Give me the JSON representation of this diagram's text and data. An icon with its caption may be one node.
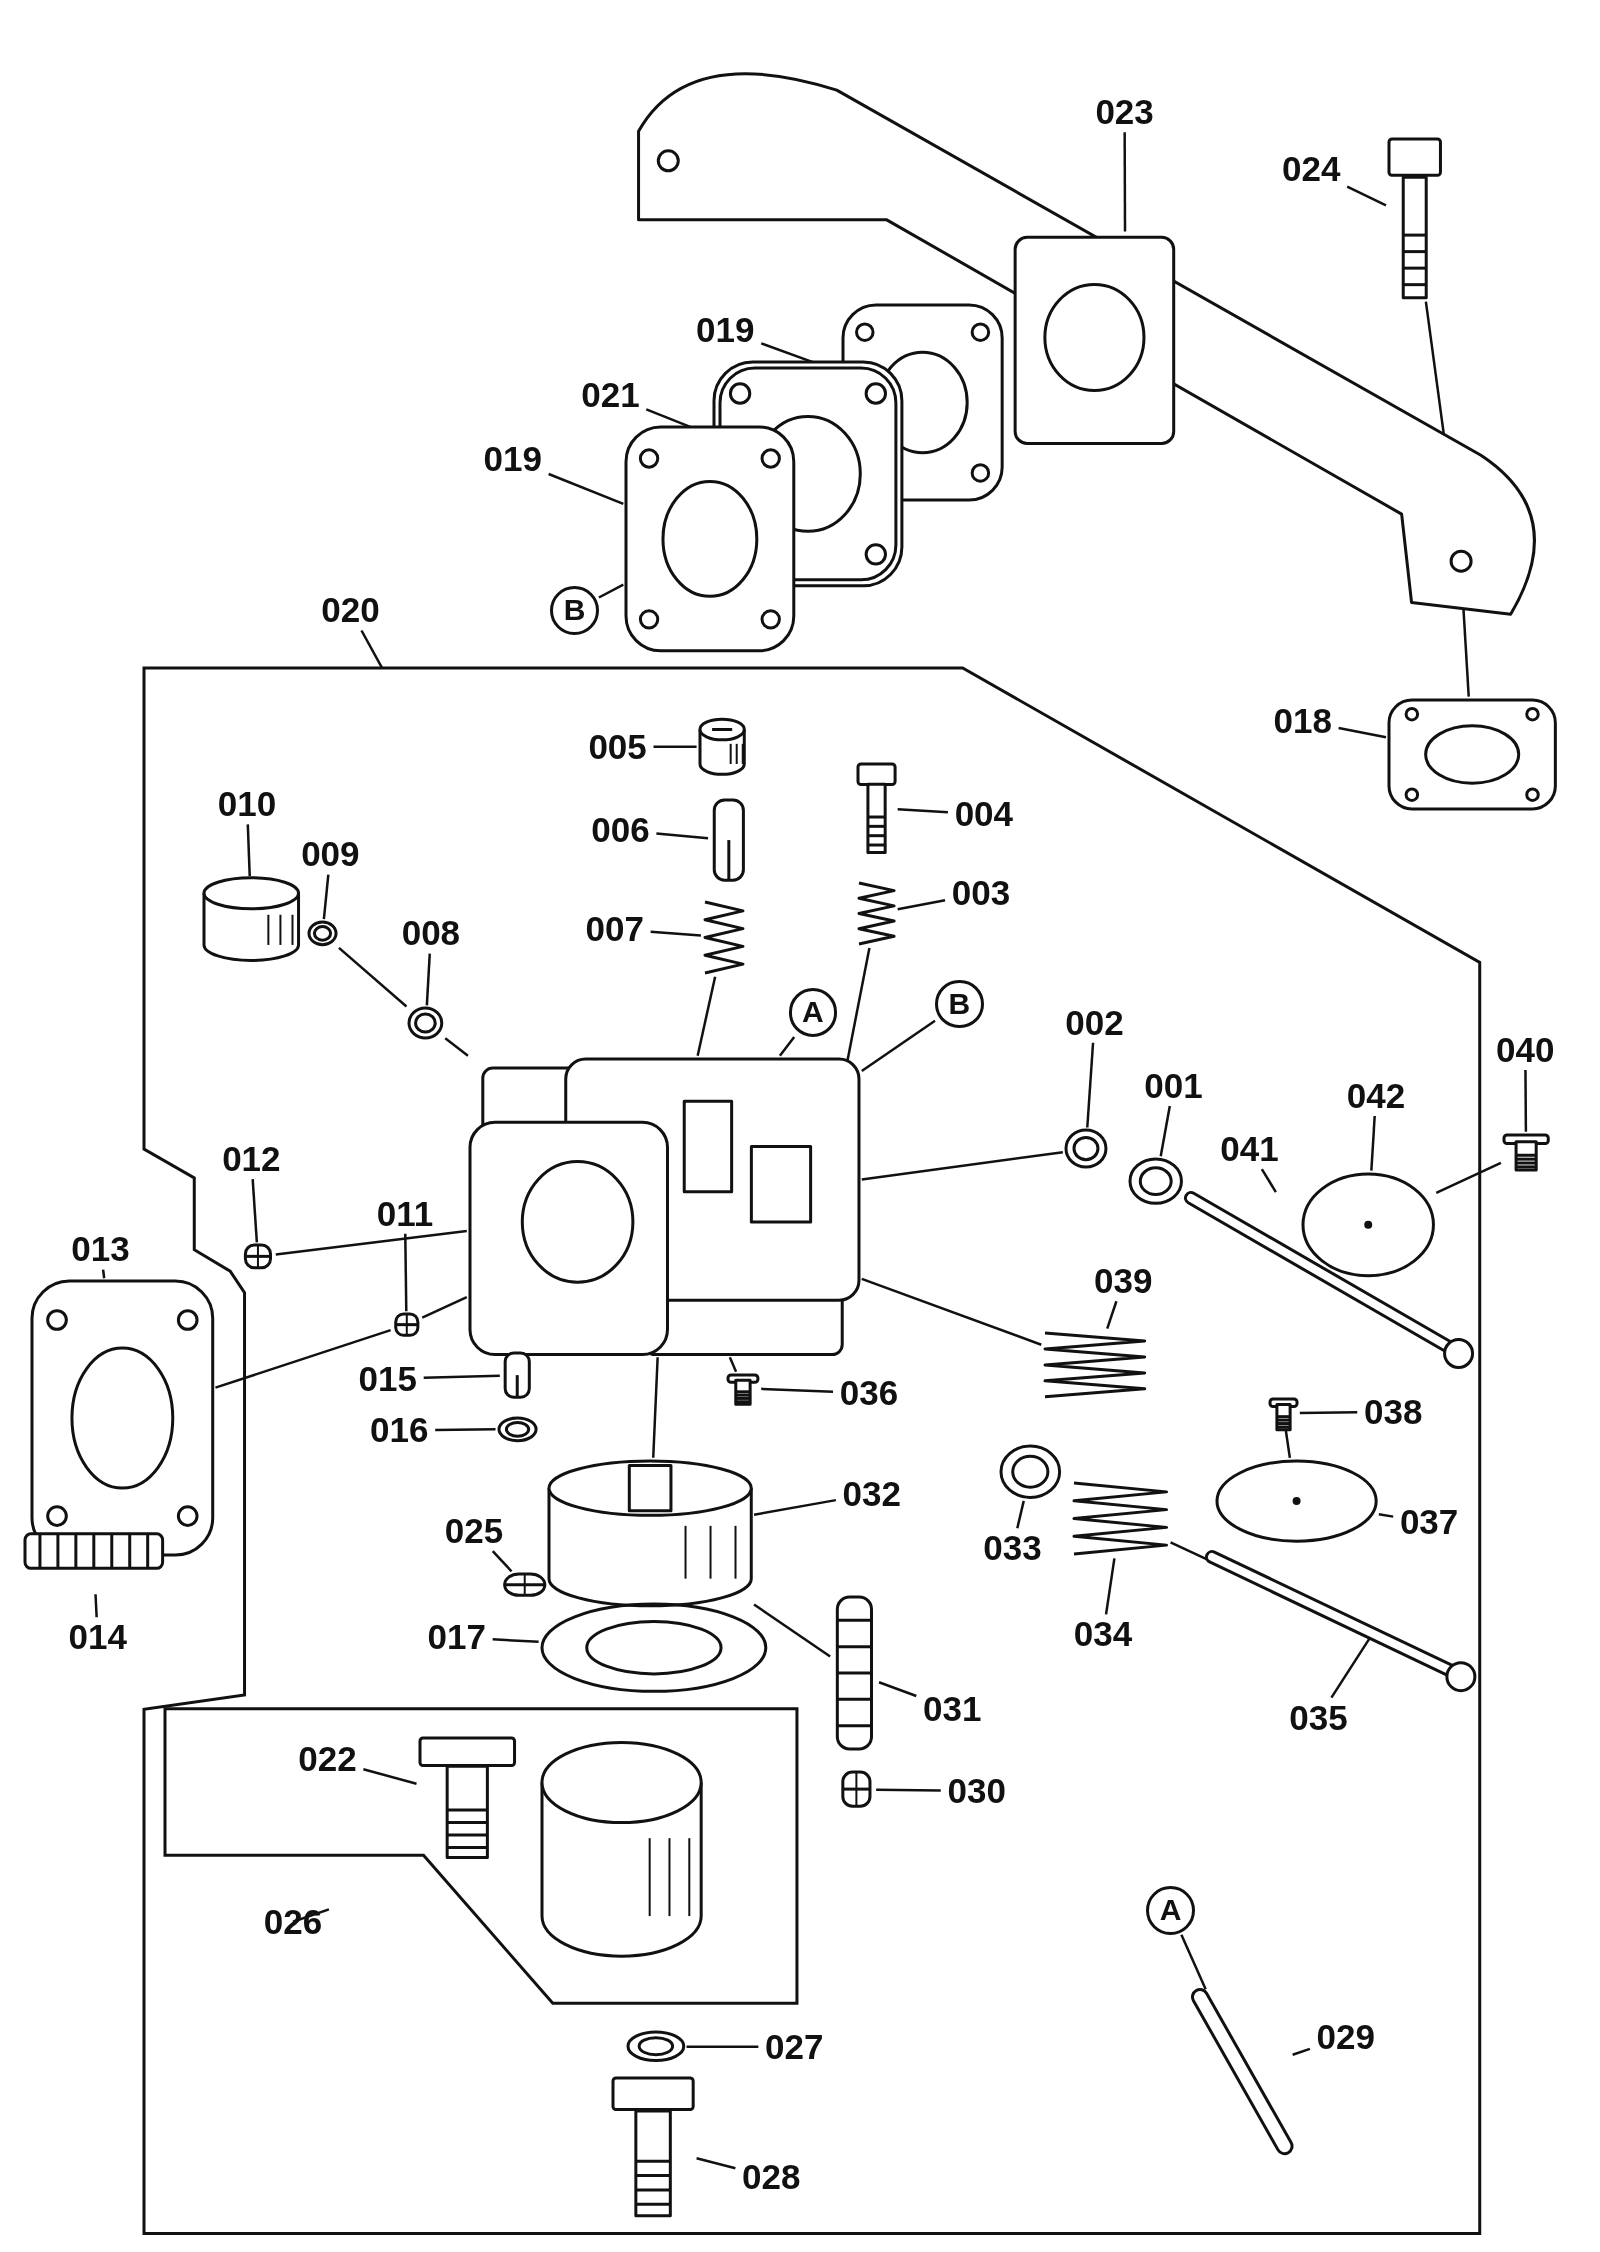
{
  "diagram": {
    "nodes": [
      {
        "text": [],
        "shape": "picture"
      },
      {
        "text": [
          "023"
        ]
      },
      {
        "text": [
          "024"
        ]
      },
      {
        "text": [],
        "shape": "picture"
      },
      {
        "text": [
          "019"
        ]
      },
      {
        "text": [],
        "shape": "picture"
      },
      {
        "text": [
          "021"
        ]
      },
      {
        "text": [],
        "shape": "picture"
      },
      {
        "text": [
          "019"
        ]
      },
      {
        "text": [],
        "shape": "picture"
      },
      {
        "text": [
          "B"
        ]
      },
      {
        "text": [
          "020"
        ]
      },
      {
        "text": [],
        "shape": "box"
      },
      {
        "text": [
          "018"
        ]
      },
      {
        "text": [],
        "shape": "picture"
      },
      {
        "text": [
          "005"
        ],
        "in": 12
      },
      {
        "text": [],
        "shape": "picture",
        "in": 12
      },
      {
        "text": [
          "006"
        ],
        "in": 12
      },
      {
        "text": [],
        "shape": "picture",
        "in": 12
      },
      {
        "text": [
          "004"
        ],
        "in": 12
      },
      {
        "text": [],
        "shape": "picture",
        "in": 12
      },
      {
        "text": [
          "010"
        ],
        "in": 12
      },
      {
        "text": [],
        "shape": "picture",
        "in": 12
      },
      {
        "text": [
          "009"
        ],
        "in": 12
      },
      {
        "text": [],
        "shape": "picture",
        "in": 12
      },
      {
        "text": [
          "003"
        ],
        "in": 12
      },
      {
        "text": [],
        "shape": "picture",
        "in": 12
      },
      {
        "text": [
          "007"
        ],
        "in": 12
      },
      {
        "text": [],
        "shape": "picture",
        "in": 12
      },
      {
        "text": [
          "008"
        ],
        "in": 12
      },
      {
        "text": [],
        "shape": "picture",
        "in": 12
      },
      {
        "text": [
          "A"
        ],
        "in": 12
      },
      {
        "text": [
          "B"
        ],
        "in": 12
      },
      {
        "text": [
          "002"
        ],
        "in": 12
      },
      {
        "text": [],
        "shape": "picture",
        "in": 12
      },
      {
        "text": [
          "001"
        ],
        "in": 12
      },
      {
        "text": [],
        "shape": "picture",
        "in": 12
      },
      {
        "text": [
          "042"
        ],
        "in": 12
      },
      {
        "text": [],
        "shape": "picture",
        "in": 12
      },
      {
        "text": [
          "041"
        ],
        "in": 12
      },
      {
        "text": [],
        "shape": "picture",
        "in": 12
      },
      {
        "text": [
          "012"
        ],
        "in": 12
      },
      {
        "text": [],
        "shape": "picture",
        "in": 12
      },
      {
        "text": [
          "011"
        ],
        "in": 12
      },
      {
        "text": [],
        "shape": "picture",
        "in": 12
      },
      {
        "text": [],
        "shape": "picture",
        "in": 12
      },
      {
        "text": [
          "039"
        ],
        "in": 12
      },
      {
        "text": [],
        "shape": "picture",
        "in": 12
      },
      {
        "text": [
          "015"
        ],
        "in": 12
      },
      {
        "text": [],
        "shape": "picture",
        "in": 12
      },
      {
        "text": [
          "036"
        ],
        "in": 12
      },
      {
        "text": [],
        "shape": "picture",
        "in": 12
      },
      {
        "text": [
          "016"
        ],
        "in": 12
      },
      {
        "text": [],
        "shape": "picture",
        "in": 12
      },
      {
        "text": [
          "038"
        ],
        "in": 12
      },
      {
        "text": [],
        "shape": "picture",
        "in": 12
      },
      {
        "text": [
          "032"
        ],
        "in": 12
      },
      {
        "text": [],
        "shape": "picture",
        "in": 12
      },
      {
        "text": [
          "037"
        ],
        "in": 12
      },
      {
        "text": [],
        "shape": "picture",
        "in": 12
      },
      {
        "text": [
          "025"
        ],
        "in": 12
      },
      {
        "text": [],
        "shape": "picture",
        "in": 12
      },
      {
        "text": [
          "033"
        ],
        "in": 12
      },
      {
        "text": [],
        "shape": "picture",
        "in": 12
      },
      {
        "text": [
          "034"
        ],
        "in": 12
      },
      {
        "text": [],
        "shape": "picture",
        "in": 12
      },
      {
        "text": [
          "017"
        ],
        "in": 12
      },
      {
        "text": [],
        "shape": "picture",
        "in": 12
      },
      {
        "text": [
          "035"
        ],
        "in": 12
      },
      {
        "text": [],
        "shape": "picture",
        "in": 12
      },
      {
        "text": [
          "031"
        ],
        "in": 12
      },
      {
        "text": [],
        "shape": "picture",
        "in": 12
      },
      {
        "text": [],
        "shape": "box",
        "in": 12
      },
      {
        "text": [
          "022"
        ],
        "in": 72
      },
      {
        "text": [],
        "shape": "picture",
        "in": 72
      },
      {
        "text": [
          "026"
        ],
        "in": 12
      },
      {
        "text": [
          "030"
        ],
        "in": 12
      },
      {
        "text": [],
        "shape": "picture",
        "in": 12
      },
      {
        "text": [
          "027"
        ],
        "in": 12
      },
      {
        "text": [],
        "shape": "picture",
        "in": 12
      },
      {
        "text": [
          "A"
        ],
        "in": 12
      },
      {
        "text": [
          "029"
        ],
        "in": 12
      },
      {
        "text": [],
        "shape": "picture",
        "in": 12
      },
      {
        "text": [
          "028"
        ],
        "in": 12
      },
      {
        "text": [],
        "shape": "picture",
        "in": 12
      },
      {
        "text": [
          "040"
        ]
      },
      {
        "text": [],
        "shape": "picture"
      },
      {
        "text": [
          "013"
        ]
      },
      {
        "text": [],
        "shape": "picture"
      },
      {
        "text": [
          "014"
        ]
      },
      {
        "text": [],
        "shape": "picture"
      }
    ],
    "edges": [
      {
        "from": 1,
        "to": 0,
        "arrow": "none"
      },
      {
        "from": 2,
        "to": 3,
        "arrow": "none"
      },
      {
        "from": 4,
        "to": 5,
        "arrow": "none"
      },
      {
        "from": 6,
        "to": 7,
        "arrow": "none"
      },
      {
        "from": 8,
        "to": 9,
        "arrow": "none"
      },
      {
        "from": 10,
        "to": 9,
        "arrow": "none"
      },
      {
        "from": 11,
        "to": 12,
        "arrow": "none"
      },
      {
        "from": 13,
        "to": 14,
        "arrow": "none"
      },
      {
        "from": 15,
        "to": 16,
        "arrow": "none"
      },
      {
        "from": 17,
        "to": 18,
        "arrow": "none"
      },
      {
        "from": 19,
        "to": 20,
        "arrow": "none"
      },
      {
        "from": 21,
        "to": 22,
        "arrow": "none"
      },
      {
        "from": 23,
        "to": 24,
        "arrow": "none"
      },
      {
        "from": 25,
        "to": 26,
        "arrow": "none"
      },
      {
        "from": 27,
        "to": 28,
        "arrow": "none"
      },
      {
        "from": 29,
        "to": 30,
        "arrow": "none"
      },
      {
        "from": 31,
        "to": 45,
        "arrow": "none"
      },
      {
        "from": 32,
        "to": 45,
        "arrow": "none"
      },
      {
        "from": 33,
        "to": 34,
        "arrow": "none"
      },
      {
        "from": 35,
        "to": 36,
        "arrow": "none"
      },
      {
        "from": 37,
        "to": 38,
        "arrow": "none"
      },
      {
        "from": 39,
        "to": 40,
        "arrow": "none"
      },
      {
        "from": 41,
        "to": 42,
        "arrow": "none"
      },
      {
        "from": 43,
        "to": 44,
        "arrow": "none"
      },
      {
        "from": 46,
        "to": 47,
        "arrow": "none"
      },
      {
        "from": 48,
        "to": 49,
        "arrow": "none"
      },
      {
        "from": 50,
        "to": 51,
        "arrow": "none"
      },
      {
        "from": 52,
        "to": 53,
        "arrow": "none"
      },
      {
        "from": 54,
        "to": 55,
        "arrow": "none"
      },
      {
        "from": 56,
        "to": 57,
        "arrow": "none"
      },
      {
        "from": 58,
        "to": 59,
        "arrow": "none"
      },
      {
        "from": 60,
        "to": 61,
        "arrow": "none"
      },
      {
        "from": 62,
        "to": 63,
        "arrow": "none"
      },
      {
        "from": 64,
        "to": 65,
        "arrow": "none"
      },
      {
        "from": 66,
        "to": 67,
        "arrow": "none"
      },
      {
        "from": 68,
        "to": 69,
        "arrow": "none"
      },
      {
        "from": 70,
        "to": 71,
        "arrow": "none"
      },
      {
        "from": 73,
        "to": 74,
        "arrow": "none"
      },
      {
        "from": 75,
        "to": 72,
        "arrow": "none"
      },
      {
        "from": 76,
        "to": 77,
        "arrow": "none"
      },
      {
        "from": 78,
        "to": 79,
        "arrow": "none"
      },
      {
        "from": 80,
        "to": 82,
        "arrow": "none"
      },
      {
        "from": 81,
        "to": 82,
        "arrow": "none"
      },
      {
        "from": 83,
        "to": 84,
        "arrow": "none"
      },
      {
        "from": 85,
        "to": 86,
        "arrow": "none"
      },
      {
        "from": 87,
        "to": 88,
        "arrow": "none"
      },
      {
        "from": 89,
        "to": 90,
        "arrow": "none"
      },
      {
        "from": 3,
        "to": 0,
        "arrow": "none"
      },
      {
        "from": 14,
        "to": 0,
        "arrow": "none"
      },
      {
        "from": 24,
        "to": 30,
        "arrow": "none"
      },
      {
        "from": 30,
        "to": 45,
        "arrow": "none"
      },
      {
        "from": 42,
        "to": 45,
        "arrow": "none"
      },
      {
        "from": 44,
        "to": 45,
        "arrow": "none"
      },
      {
        "from": 88,
        "to": 44,
        "arrow": "none"
      },
      {
        "from": 34,
        "to": 45,
        "arrow": "none"
      },
      {
        "from": 47,
        "to": 45,
        "arrow": "none"
      },
      {
        "from": 57,
        "to": 45,
        "arrow": "none"
      },
      {
        "from": 71,
        "to": 57,
        "arrow": "none"
      },
      {
        "from": 65,
        "to": 69,
        "arrow": "none"
      },
      {
        "from": 55,
        "to": 59,
        "arrow": "none"
      },
      {
        "from": 86,
        "to": 38,
        "arrow": "none"
      },
      {
        "from": 28,
        "to": 45,
        "arrow": "none"
      },
      {
        "from": 26,
        "to": 45,
        "arrow": "none"
      },
      {
        "from": 51,
        "to": 45,
        "arrow": "none"
      }
    ]
  }
}
